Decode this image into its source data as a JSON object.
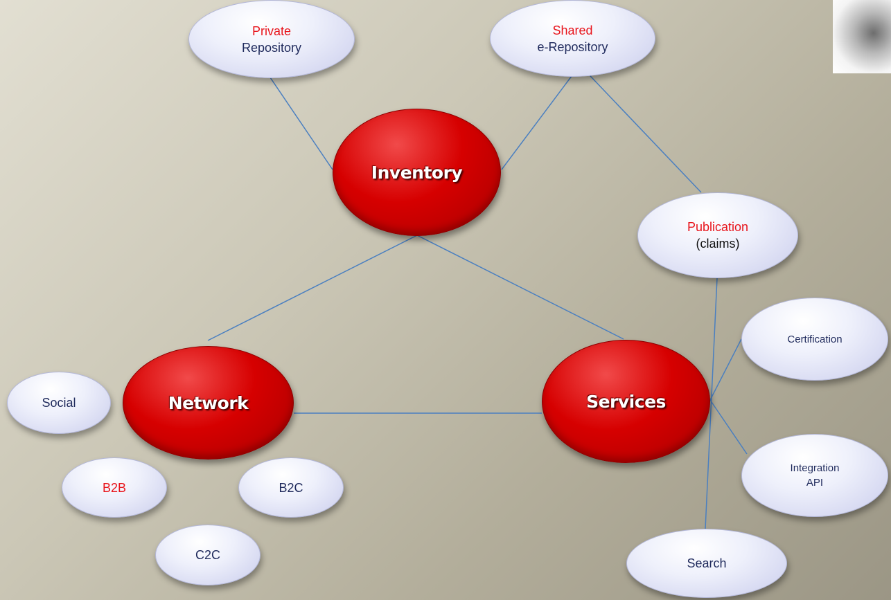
{
  "nodes": {
    "inventory": {
      "label": "Inventory"
    },
    "network": {
      "label": "Network"
    },
    "services": {
      "label": "Services"
    },
    "private_repository": {
      "line1": "Private",
      "line2": "Repository"
    },
    "shared_repository": {
      "line1": "Shared",
      "line2": "e-Repository"
    },
    "publication": {
      "line1": "Publication",
      "line2": "(claims)"
    },
    "certification": {
      "label": "Certification"
    },
    "integration_api": {
      "line1": "Integration",
      "line2": "API"
    },
    "search": {
      "label": "Search"
    },
    "social": {
      "label": "Social"
    },
    "b2b": {
      "label": "B2B"
    },
    "b2c": {
      "label": "B2C"
    },
    "c2c": {
      "label": "C2C"
    }
  },
  "edges": [
    {
      "from": "inventory",
      "to": "private_repository"
    },
    {
      "from": "inventory",
      "to": "shared_repository"
    },
    {
      "from": "shared_repository",
      "to": "publication"
    },
    {
      "from": "inventory",
      "to": "network"
    },
    {
      "from": "inventory",
      "to": "services"
    },
    {
      "from": "network",
      "to": "services"
    },
    {
      "from": "publication",
      "to": "search"
    },
    {
      "from": "services",
      "to": "certification"
    },
    {
      "from": "services",
      "to": "integration_api"
    }
  ],
  "colors": {
    "main_node": "#d60000",
    "sub_node": "#e6e8f8",
    "highlight_text": "#e8141b",
    "body_text": "#1f2a5c",
    "connector": "#4a7fc0"
  }
}
